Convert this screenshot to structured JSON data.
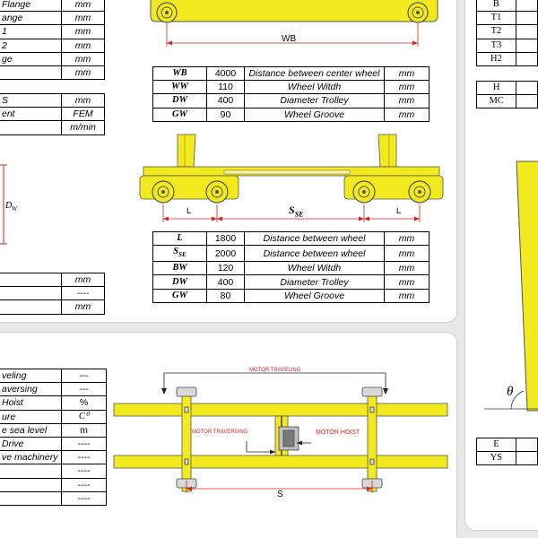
{
  "left_params_top": [
    {
      "name": "Flange",
      "unit": "mm"
    },
    {
      "name": "ange",
      "unit": "mm"
    },
    {
      "name": "1",
      "unit": "mm"
    },
    {
      "name": "2",
      "unit": "mm"
    },
    {
      "name": "ge",
      "unit": "mm"
    },
    {
      "name": "",
      "unit": "mm"
    }
  ],
  "left_params_mid": [
    {
      "name": "S",
      "unit": "mm"
    },
    {
      "name": "ent",
      "unit": "FEM"
    },
    {
      "name": "",
      "unit": "m/min"
    }
  ],
  "left_params_low": [
    {
      "name": "",
      "unit": "mm"
    },
    {
      "name": "",
      "unit": "----"
    },
    {
      "name": "",
      "unit": "mm"
    }
  ],
  "dim_dw": "D",
  "dim_dw_sub": "W",
  "wb_label": "WB",
  "table_wb": [
    {
      "sym": "WB",
      "sub": "",
      "value": "4000",
      "desc": "Distance between center wheel",
      "unit": "mm"
    },
    {
      "sym": "WW",
      "sub": "",
      "value": "110",
      "desc": "Wheel Witdh",
      "unit": "mm"
    },
    {
      "sym": "DW",
      "sub": "",
      "value": "400",
      "desc": "Diameter Trolley",
      "unit": "mm"
    },
    {
      "sym": "GW",
      "sub": "",
      "value": "90",
      "desc": "Wheel Groove",
      "unit": "mm"
    }
  ],
  "trolley_dims": {
    "l_left": "L",
    "sse": "S",
    "sse_sub": "SE",
    "l_right": "L"
  },
  "table_trolley": [
    {
      "sym": "L",
      "sub": "",
      "value": "1800",
      "desc": "Distance between wheel",
      "unit": "mm"
    },
    {
      "sym": "S",
      "sub": "SE",
      "value": "2000",
      "desc": "Distance between wheel",
      "unit": "mm"
    },
    {
      "sym": "BW",
      "sub": "",
      "value": "120",
      "desc": "Wheel Witdh",
      "unit": "mm"
    },
    {
      "sym": "DW",
      "sub": "",
      "value": "400",
      "desc": "Diameter Trolley",
      "unit": "mm"
    },
    {
      "sym": "GW",
      "sub": "",
      "value": "80",
      "desc": "Wheel Groove",
      "unit": "mm"
    }
  ],
  "bottom_params": [
    {
      "name": "veling",
      "unit": "---"
    },
    {
      "name": "aversing",
      "unit": "---"
    },
    {
      "name": "Hoist",
      "unit": "%"
    },
    {
      "name": "ure",
      "unit": "C⁰"
    },
    {
      "name": "e sea level",
      "unit": "m"
    },
    {
      "name": "Drive",
      "unit": "----"
    },
    {
      "name": "ve machinery",
      "unit": "----"
    },
    {
      "name": "",
      "unit": "----"
    },
    {
      "name": "",
      "unit": "----"
    },
    {
      "name": "",
      "unit": "----"
    }
  ],
  "plan_labels": {
    "motor_traveling": "MOTOR TRAVELING",
    "motor_traversing": "MOTOR TRAVERSING",
    "motor_hoist": "MOTOR HOIST",
    "span": "S"
  },
  "right_top": [
    "B",
    "T1",
    "T2",
    "T3",
    "H2"
  ],
  "right_mid": [
    "H",
    "MC"
  ],
  "right_angle": "θ",
  "right_bottom": [
    "E",
    "YS"
  ],
  "colors": {
    "structure": "#f2ea1e",
    "outline": "#555555",
    "dimension": "#d42020",
    "motor_label": "#d42020"
  }
}
